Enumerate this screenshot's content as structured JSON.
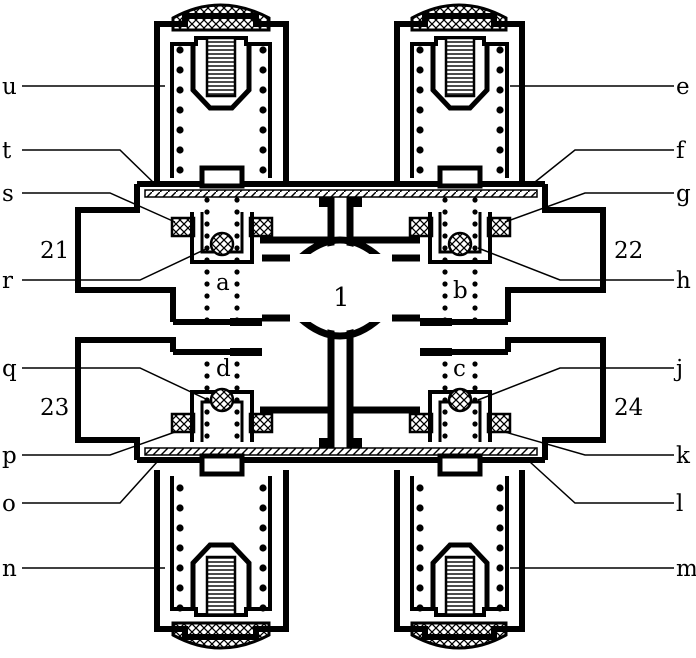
{
  "labels": {
    "left": [
      "u",
      "t",
      "s",
      "r",
      "q",
      "p",
      "o",
      "n"
    ],
    "right": [
      "e",
      "f",
      "g",
      "h",
      "j",
      "k",
      "l",
      "m"
    ],
    "ports": [
      "21",
      "22",
      "23",
      "24"
    ],
    "valves": [
      "a",
      "b",
      "c",
      "d"
    ],
    "center": "1"
  },
  "colors": {
    "stroke": "#000000",
    "fill": "#ffffff"
  }
}
